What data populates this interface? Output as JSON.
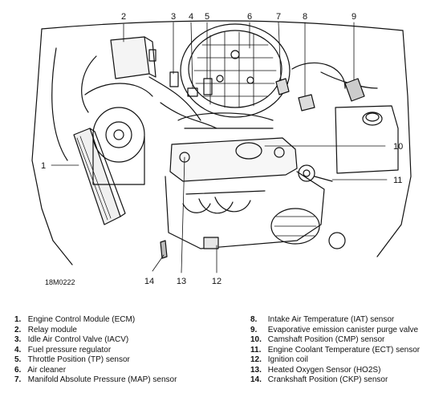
{
  "figure_id": "18M0222",
  "callouts": [
    "1",
    "2",
    "3",
    "4",
    "5",
    "6",
    "7",
    "8",
    "9",
    "10",
    "11",
    "12",
    "13",
    "14"
  ],
  "legend_left": [
    {
      "num": "1.",
      "text": "Engine Control Module (ECM)"
    },
    {
      "num": "2.",
      "text": "Relay module"
    },
    {
      "num": "3.",
      "text": "Idle Air Control Valve (IACV)"
    },
    {
      "num": "4.",
      "text": "Fuel pressure regulator"
    },
    {
      "num": "5.",
      "text": "Throttle Position (TP) sensor"
    },
    {
      "num": "6.",
      "text": "Air cleaner"
    },
    {
      "num": "7.",
      "text": "Manifold Absolute Pressure (MAP) sensor"
    }
  ],
  "legend_right": [
    {
      "num": "8.",
      "text": "Intake Air Temperature (IAT) sensor"
    },
    {
      "num": "9.",
      "text": "Evaporative emission canister purge valve"
    },
    {
      "num": "10.",
      "text": "Camshaft Position (CMP) sensor"
    },
    {
      "num": "11.",
      "text": "Engine Coolant Temperature (ECT) sensor"
    },
    {
      "num": "12.",
      "text": "Ignition coil"
    },
    {
      "num": "13.",
      "text": "Heated Oxygen Sensor (HO2S)"
    },
    {
      "num": "14.",
      "text": "Crankshaft Position (CKP) sensor"
    }
  ]
}
